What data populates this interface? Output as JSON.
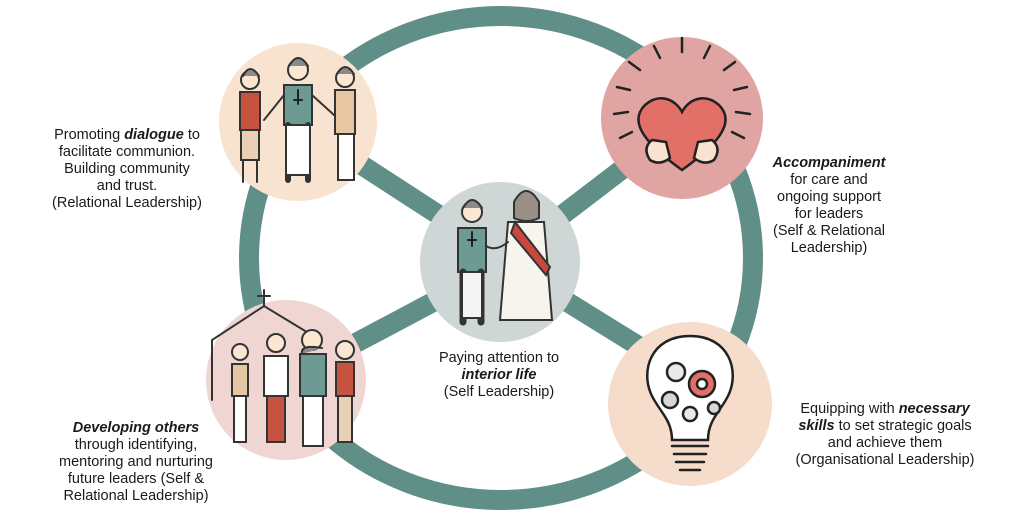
{
  "colors": {
    "ring": "#5f8f87",
    "circle_dialogue": "#f7e3d0",
    "circle_accompaniment": "#e0a4a2",
    "circle_interior": "#cfd6d6",
    "circle_developing": "#efd6d3",
    "circle_skills": "#f6dccb",
    "heart": "#e26f68",
    "stole": "#c9473d"
  },
  "icons": {
    "dialogue": "three-people-talking-icon",
    "accompaniment": "hands-holding-heart-icon",
    "interior": "priest-and-jesus-icon",
    "developing": "community-at-church-icon",
    "skills": "lightbulb-gears-icon"
  },
  "dialogue": {
    "pre": "Promoting ",
    "bold": "dialogue",
    "post": " to",
    "line2": "facilitate communion.",
    "line3": "Building community",
    "line4": "and trust.",
    "line5": "(Relational Leadership)"
  },
  "accompaniment": {
    "bold": "Accompaniment",
    "line2": "for care and",
    "line3": "ongoing support",
    "line4": "for leaders",
    "line5": "(Self & Relational",
    "line6": "Leadership)"
  },
  "interior": {
    "line1": "Paying attention to",
    "bold": "interior life",
    "line3": "(Self Leadership)"
  },
  "developing": {
    "bold": "Developing others",
    "line2": "through identifying,",
    "line3": "mentoring and nurturing",
    "line4": "future leaders (Self &",
    "line5": "Relational Leadership)"
  },
  "skills": {
    "pre": "Equipping with ",
    "bold": "necessary",
    "bold2": "skills",
    "post": " to set strategic goals",
    "line3": "and achieve them",
    "line4": "(Organisational Leadership)"
  }
}
